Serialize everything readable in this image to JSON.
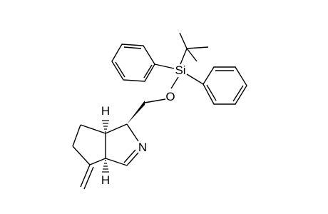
{
  "molecule": {
    "atoms": {
      "silicon": "Si",
      "oxygen": "O",
      "nitrogen": "N",
      "hydrogen_top": "H",
      "hydrogen_bottom": "H"
    }
  }
}
